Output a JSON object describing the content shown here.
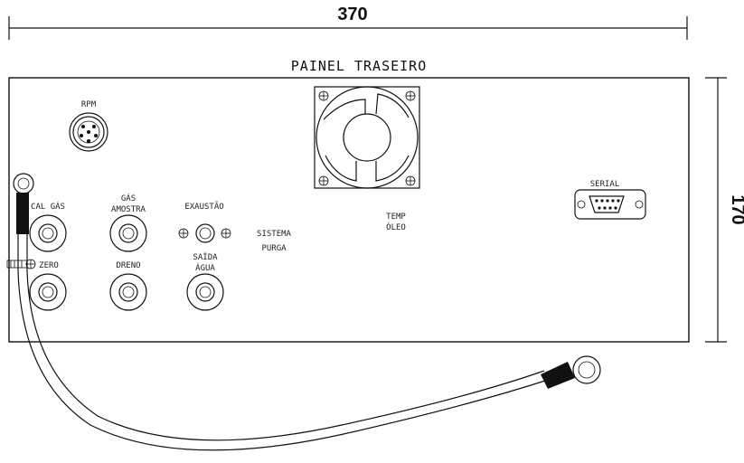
{
  "dimensions": {
    "width": "370",
    "height": "170"
  },
  "panel": {
    "title": "PAINEL TRASEIRO"
  },
  "labels": {
    "rpm": "RPM",
    "cal_gas": "CAL GÁS",
    "gas_amostra_1": "GÁS",
    "gas_amostra_2": "AMOSTRA",
    "exaustao": "EXAUSTÃO",
    "sistema": "SISTEMA",
    "purga": "PURGA",
    "temp": "TEMP",
    "oleo": "ÓLEO",
    "serial": "SERIAL",
    "zero": "ZERO",
    "dreno": "DRENO",
    "saida_1": "SAÍDA",
    "saida_2": "ÁGUA"
  }
}
